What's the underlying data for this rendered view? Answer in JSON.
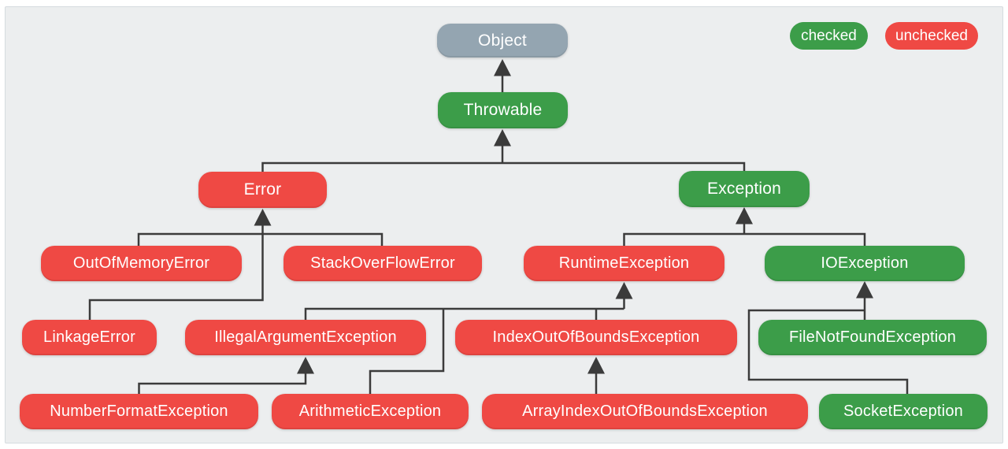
{
  "colors": {
    "green": "#3c9d49",
    "red": "#ef4944",
    "gray": "#94a5b1",
    "line": "#3b3b3b",
    "text": "#ffffff",
    "panelBg": "#eceeef",
    "panelBorder": "#d5dbdf",
    "pageBg": "#ffffff"
  },
  "legend": [
    {
      "label": "checked",
      "status": "checked"
    },
    {
      "label": "unchecked",
      "status": "unchecked"
    }
  ],
  "nodes": [
    {
      "label": "Object",
      "status": "neutral"
    },
    {
      "label": "Throwable",
      "status": "checked"
    },
    {
      "label": "Error",
      "status": "unchecked"
    },
    {
      "label": "Exception",
      "status": "checked"
    },
    {
      "label": "OutOfMemoryError",
      "status": "unchecked"
    },
    {
      "label": "StackOverFlowError",
      "status": "unchecked"
    },
    {
      "label": "RuntimeException",
      "status": "unchecked"
    },
    {
      "label": "IOException",
      "status": "checked"
    },
    {
      "label": "LinkageError",
      "status": "unchecked"
    },
    {
      "label": "IllegalArgumentException",
      "status": "unchecked"
    },
    {
      "label": "IndexOutOfBoundsException",
      "status": "unchecked"
    },
    {
      "label": "FileNotFoundException",
      "status": "checked"
    },
    {
      "label": "NumberFormatException",
      "status": "unchecked"
    },
    {
      "label": "ArithmeticException",
      "status": "unchecked"
    },
    {
      "label": "ArrayIndexOutOfBoundsException",
      "status": "unchecked"
    },
    {
      "label": "SocketException",
      "status": "checked"
    }
  ],
  "edges": [
    {
      "child": "Throwable",
      "parent": "Object"
    },
    {
      "child": "Error",
      "parent": "Throwable"
    },
    {
      "child": "Exception",
      "parent": "Throwable"
    },
    {
      "child": "OutOfMemoryError",
      "parent": "Error"
    },
    {
      "child": "StackOverFlowError",
      "parent": "Error"
    },
    {
      "child": "LinkageError",
      "parent": "Error"
    },
    {
      "child": "RuntimeException",
      "parent": "Exception"
    },
    {
      "child": "IOException",
      "parent": "Exception"
    },
    {
      "child": "IllegalArgumentException",
      "parent": "RuntimeException"
    },
    {
      "child": "IndexOutOfBoundsException",
      "parent": "RuntimeException"
    },
    {
      "child": "ArithmeticException",
      "parent": "RuntimeException"
    },
    {
      "child": "NumberFormatException",
      "parent": "IllegalArgumentException"
    },
    {
      "child": "ArrayIndexOutOfBoundsException",
      "parent": "IndexOutOfBoundsException"
    },
    {
      "child": "FileNotFoundException",
      "parent": "IOException"
    },
    {
      "child": "SocketException",
      "parent": "IOException"
    }
  ]
}
